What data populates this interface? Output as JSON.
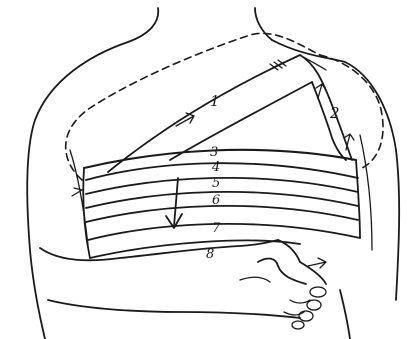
{
  "labels": {
    "diagonal_strip": "1",
    "shoulder_strip": "2",
    "bands": [
      "3",
      "4",
      "5",
      "6",
      "7",
      "8"
    ]
  },
  "colors": {
    "ink": "#1a1a1a",
    "paper": "#ffffff"
  }
}
